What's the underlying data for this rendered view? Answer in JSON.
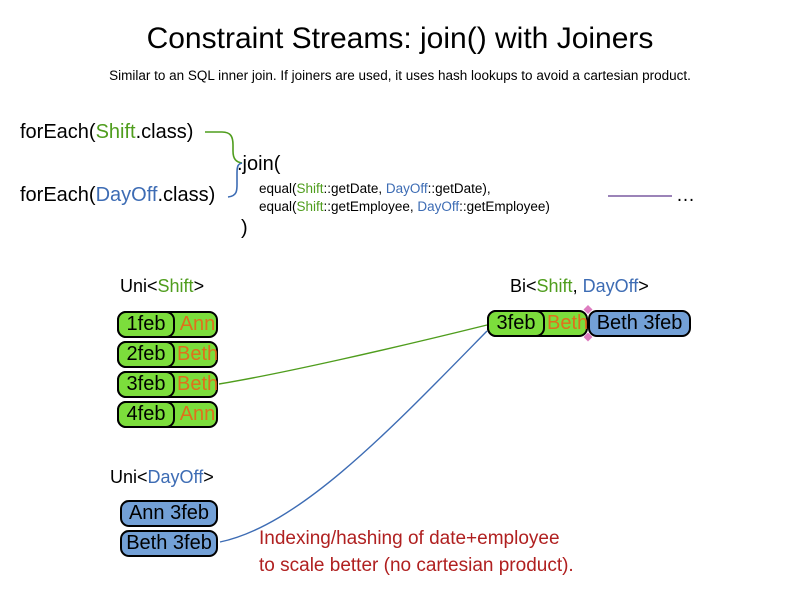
{
  "slide": {
    "title": "Constraint Streams: join() with Joiners",
    "subtitle": "Similar to an SQL inner join. If joiners are used, it uses hash lookups to avoid a cartesian product."
  },
  "code": {
    "foreach_shift": {
      "pre": "forEach(",
      "cls": "Shift",
      "post": ".class)"
    },
    "foreach_dayoff": {
      "pre": "forEach(",
      "cls": "DayOff",
      "post": ".class)"
    },
    "join_open": ".join(",
    "joiner_date": {
      "pre": "equal(",
      "cls1": "Shift",
      "mid1": "::getDate, ",
      "cls2": "DayOff",
      "mid2": "::getDate),"
    },
    "joiner_employee": {
      "pre": "equal(",
      "cls1": "Shift",
      "mid1": "::getEmployee, ",
      "cls2": "DayOff",
      "mid2": "::getEmployee)"
    },
    "join_close": ")",
    "ellipsis": "…"
  },
  "uni_shift": {
    "label": {
      "pre": "Uni<",
      "cls": "Shift",
      "post": ">"
    },
    "rows": [
      {
        "date": "1feb",
        "employee": "Ann"
      },
      {
        "date": "2feb",
        "employee": "Beth"
      },
      {
        "date": "3feb",
        "employee": "Beth"
      },
      {
        "date": "4feb",
        "employee": "Ann"
      }
    ]
  },
  "bi": {
    "label": {
      "pre": "Bi<",
      "cls1": "Shift",
      "sep": ", ",
      "cls2": "DayOff",
      "post": ">"
    },
    "row": {
      "shift_date": "3feb",
      "shift_employee": "Beth",
      "dayoff": "Beth 3feb"
    }
  },
  "uni_dayoff": {
    "label": {
      "pre": "Uni<",
      "cls": "DayOff",
      "post": ">"
    },
    "rows": [
      {
        "text": "Ann 3feb"
      },
      {
        "text": "Beth 3feb"
      }
    ]
  },
  "note": {
    "line1": "Indexing/hashing of date+employee",
    "line2": "to scale better (no cartesian product)."
  },
  "colors": {
    "shift_green": "#4f9d1d",
    "dayoff_blue": "#3d6cb4",
    "cell_green": "#7cdd3c",
    "cell_blue": "#73a0d6",
    "employee_orange": "#e0701c",
    "note_red": "#b02020",
    "joiner_purple": "#7a5aa0"
  }
}
